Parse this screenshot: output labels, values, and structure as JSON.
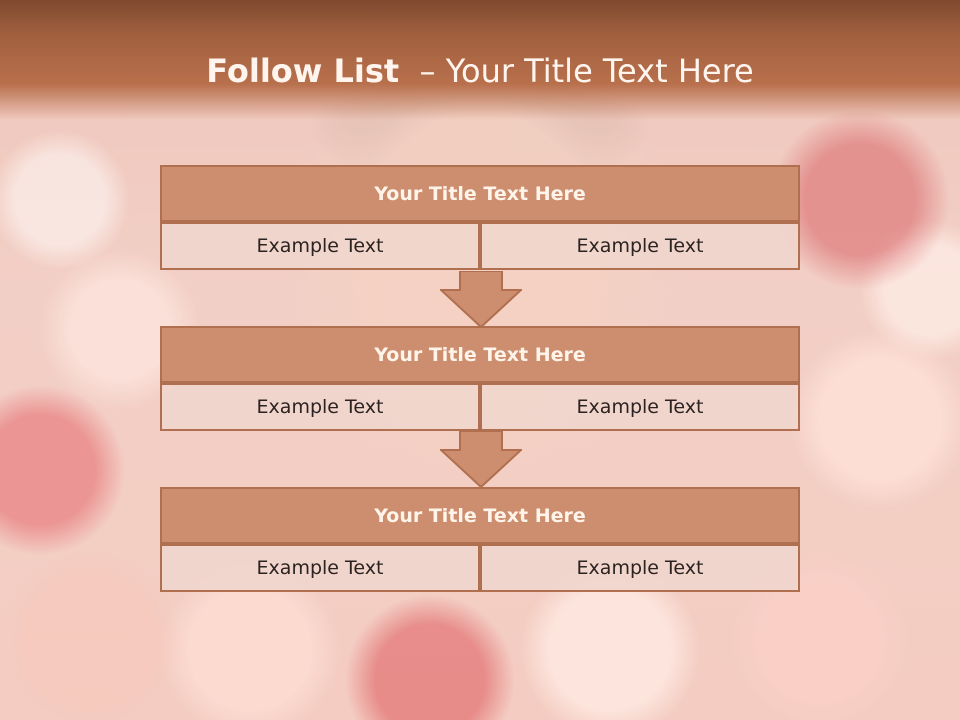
{
  "slide": {
    "title_bold": "Follow List",
    "title_rest": "– Your Title Text Here"
  },
  "cards": [
    {
      "title": "Your Title Text Here",
      "left": "Example Text",
      "right": "Example Text"
    },
    {
      "title": "Your Title Text Here",
      "left": "Example Text",
      "right": "Example Text"
    },
    {
      "title": "Your Title Text Here",
      "left": "Example Text",
      "right": "Example Text"
    }
  ],
  "colors": {
    "header": "#a2603f",
    "card_header": "#cd8e6f",
    "card_border": "#b06f4f",
    "cell": "#f0d6cd"
  },
  "icons": [
    "down-arrow-icon",
    "down-arrow-icon"
  ]
}
